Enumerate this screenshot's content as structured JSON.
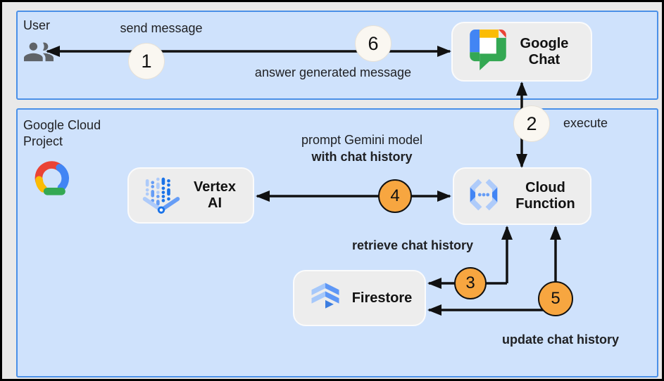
{
  "zones": {
    "user": {
      "label": "User"
    },
    "gcp": {
      "label": "Google Cloud Project"
    }
  },
  "nodes": {
    "google_chat": {
      "label": "Google Chat"
    },
    "vertex_ai": {
      "label": "Vertex AI"
    },
    "cloud_function": {
      "label": "Cloud Function"
    },
    "firestore": {
      "label": "Firestore"
    }
  },
  "annotations": {
    "send_message": "send message",
    "answer_generated_message": "answer generated message",
    "execute": "execute",
    "prompt_gemini_line1": "prompt Gemini model",
    "prompt_gemini_line2": "with chat history",
    "retrieve_chat_history": "retrieve chat history",
    "update_chat_history": "update chat history"
  },
  "steps": {
    "s1": "1",
    "s2": "2",
    "s3": "3",
    "s4": "4",
    "s5": "5",
    "s6": "6"
  },
  "icons": {
    "user": "group-people-icon",
    "gcp": "google-cloud-logo",
    "google_chat": "google-chat-logo",
    "vertex_ai": "vertex-ai-icon",
    "cloud_function": "cloud-functions-icon",
    "firestore": "firestore-icon"
  },
  "colors": {
    "zone_fill": "#cfe2fc",
    "zone_border": "#4a90e8",
    "outer_frame": "#000000",
    "canvas_gray": "#e9e9e9",
    "node_fill": "#ededed",
    "badge_neutral_fill": "#faf7f1",
    "badge_orange_fill": "#f7a640",
    "arrow": "#111111",
    "google_blue": "#4285f4",
    "google_red": "#ea4335",
    "google_yellow": "#fbbc05",
    "google_green": "#34a853",
    "icon_light_blue": "#aecbfa",
    "icon_mid_blue": "#669df6",
    "icon_dark_blue": "#1a73e8"
  }
}
